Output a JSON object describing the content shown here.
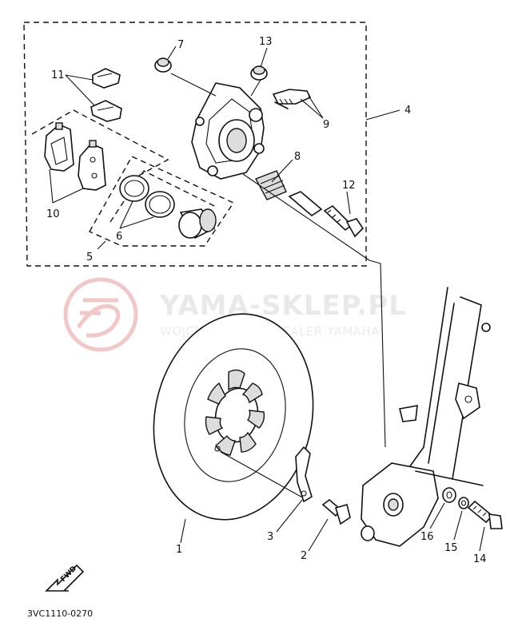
{
  "watermark": {
    "title": "YAMA-SKLEP.PL",
    "subtitle": "WOJCIECHOWICZ-DEALER YAMAHA",
    "logo_color": "#f2c7c7",
    "text_color": "#e9e9e9"
  },
  "callouts": {
    "c1": "1",
    "c2": "2",
    "c3": "3",
    "c4": "4",
    "c5": "5",
    "c6": "6",
    "c7": "7",
    "c8": "8",
    "c9": "9",
    "c10": "10",
    "c11": "11",
    "c12": "12",
    "c13": "13",
    "c14": "14",
    "c15": "15",
    "c16": "16"
  },
  "fwd_label": "FWD",
  "diagram_code": "3VC1110-0270"
}
